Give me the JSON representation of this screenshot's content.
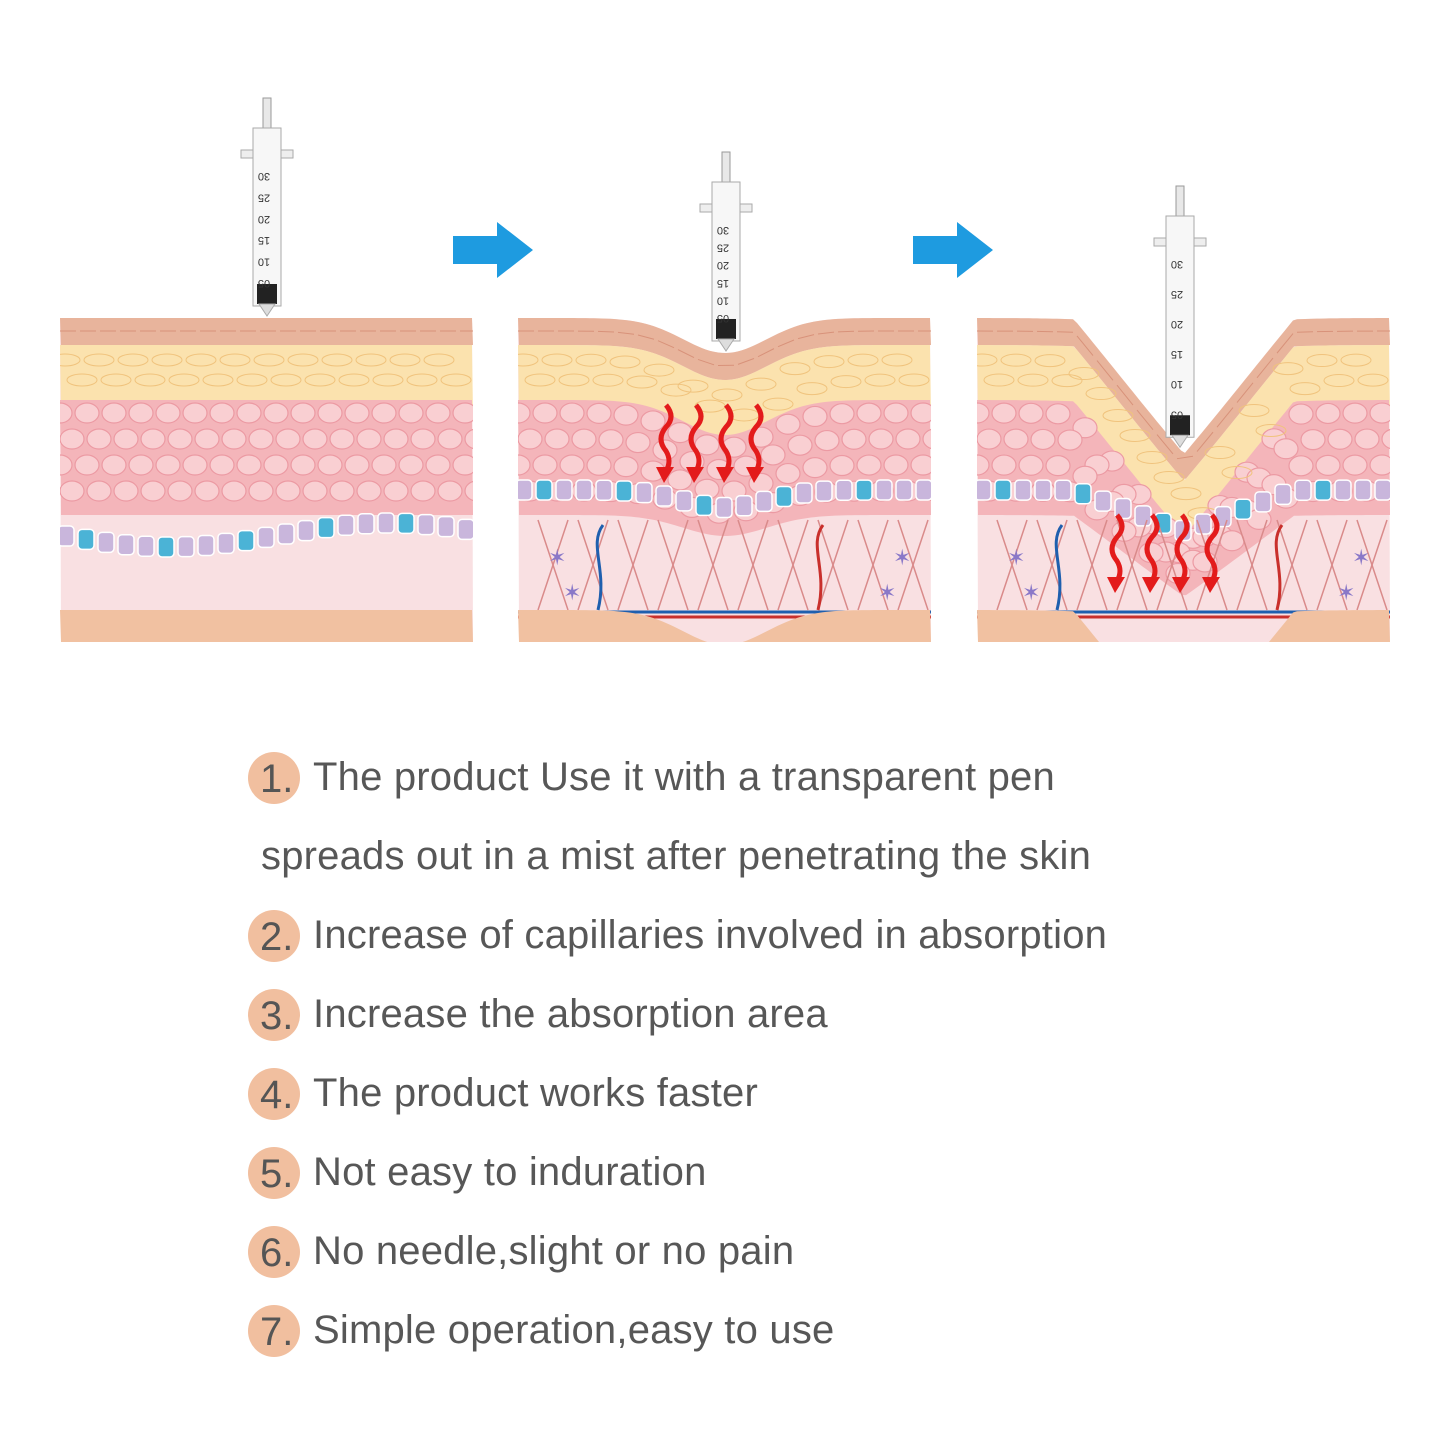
{
  "diagram": {
    "panels": [
      {
        "stage": "before-injection",
        "dip": 0
      },
      {
        "stage": "penetrating-skin",
        "dip": 0.5
      },
      {
        "stage": "spreading-in-dermis",
        "dip": 1
      }
    ],
    "syringe_scale": [
      "05",
      "10",
      "15",
      "20",
      "25",
      "30"
    ],
    "colors": {
      "arrow": "#1e9be0",
      "flow_arrow": "#e31b1b",
      "epidermis_top": "#e8b49c",
      "fat_layer": "#fbe2ae",
      "cells": "#f4b5ba",
      "basal_blue": "#4bb3d6",
      "basal_purple": "#c9b6dc",
      "dermis": "#f9e0e2",
      "base": "#f1c1a1",
      "number_badge": "#f1bf9f",
      "text": "#575757"
    }
  },
  "steps": [
    {
      "number": "1.",
      "lines": [
        "The product Use it with a transparent pen",
        "spreads out in a mist after penetrating the skin"
      ]
    },
    {
      "number": "2.",
      "lines": [
        "Increase of capillaries involved in absorption"
      ]
    },
    {
      "number": "3.",
      "lines": [
        "Increase the absorption area"
      ]
    },
    {
      "number": "4.",
      "lines": [
        "The product works faster"
      ]
    },
    {
      "number": "5.",
      "lines": [
        "Not easy to induration"
      ]
    },
    {
      "number": "6.",
      "lines": [
        "No needle,slight or no pain"
      ]
    },
    {
      "number": "7.",
      "lines": [
        "Simple operation,easy to use"
      ]
    }
  ]
}
